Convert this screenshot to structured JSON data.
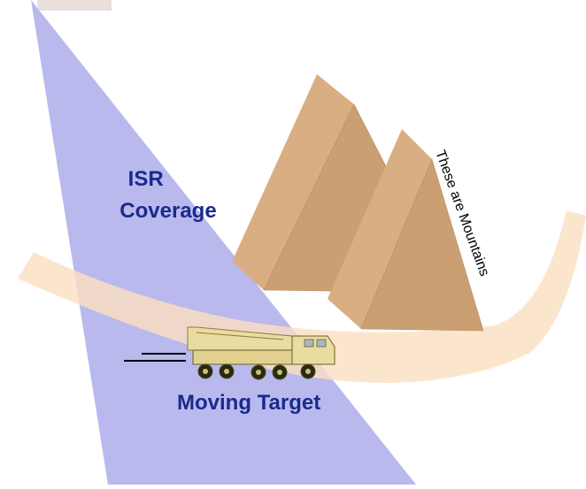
{
  "labels": {
    "isr_line1": "ISR",
    "isr_line2": "Coverage",
    "mountains": "These are Mountains",
    "target": "Moving Target"
  },
  "colors": {
    "isr_fill": "#b9b9ee",
    "road_fill": "#fbe3c8",
    "mountain_light": "#d8ad80",
    "mountain_dark": "#c99b6c",
    "label_blue": "#1a2a8c",
    "truck_body": "#e9dca0"
  },
  "icons": {
    "truck": "missile-launcher-truck-icon"
  }
}
